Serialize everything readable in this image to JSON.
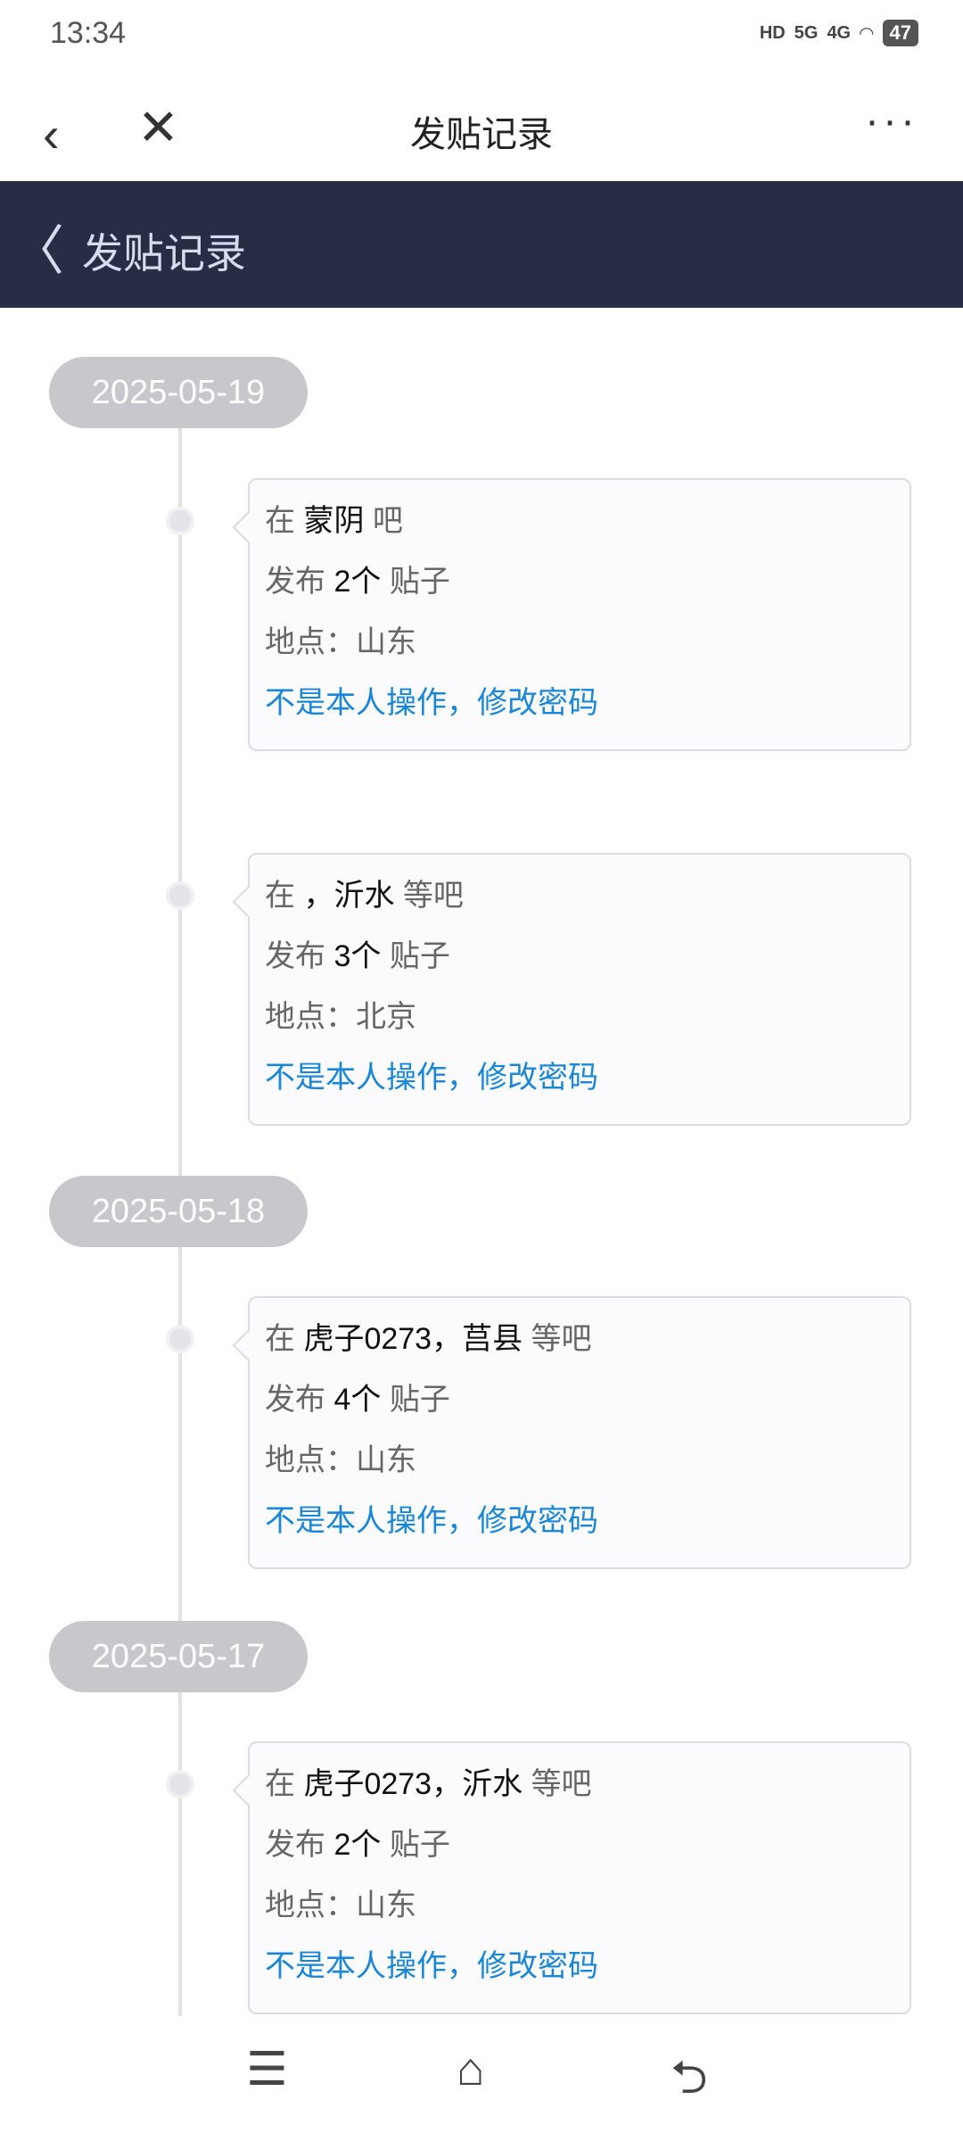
{
  "status": {
    "time": "13:34",
    "hd": "HD",
    "net1": "5G",
    "net2": "4G",
    "battery": "47"
  },
  "nav": {
    "title": "发贴记录"
  },
  "header": {
    "title": "发贴记录"
  },
  "groups": [
    {
      "date": "2025-05-19",
      "items": [
        {
          "prefix": "在",
          "forum": "蒙阴",
          "suffix": "吧",
          "post_prefix": "发布",
          "count": "2个",
          "post_suffix": "贴子",
          "location": "地点：山东",
          "link": "不是本人操作，修改密码"
        },
        {
          "prefix": "在",
          "forum": "，沂水",
          "suffix": "等吧",
          "post_prefix": "发布",
          "count": "3个",
          "post_suffix": "贴子",
          "location": "地点：北京",
          "link": "不是本人操作，修改密码"
        }
      ]
    },
    {
      "date": "2025-05-18",
      "items": [
        {
          "prefix": "在",
          "forum": "虎子0273，莒县",
          "suffix": "等吧",
          "post_prefix": "发布",
          "count": "4个",
          "post_suffix": "贴子",
          "location": "地点：山东",
          "link": "不是本人操作，修改密码"
        }
      ]
    },
    {
      "date": "2025-05-17",
      "items": [
        {
          "prefix": "在",
          "forum": "虎子0273，沂水",
          "suffix": "等吧",
          "post_prefix": "发布",
          "count": "2个",
          "post_suffix": "贴子",
          "location": "地点：山东",
          "link": "不是本人操作，修改密码"
        }
      ]
    }
  ]
}
